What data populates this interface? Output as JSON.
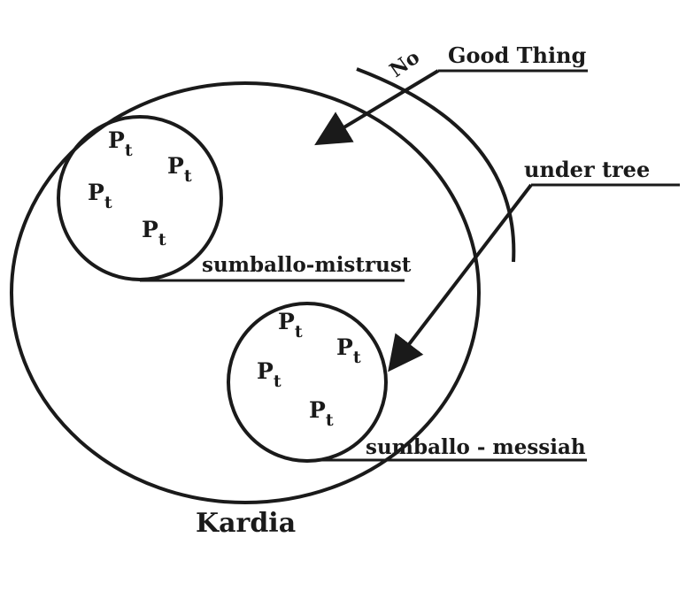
{
  "labels": {
    "no": "No",
    "good_thing": "Good Thing",
    "under_tree": "under tree",
    "sumballo_mistrust": "sumballo-mistrust",
    "sumballo_messiah": "sumballo - messiah",
    "kardia": "Kardia"
  },
  "pt": {
    "main": "P",
    "sub": "t"
  },
  "colors": {
    "ink": "#1a1a1a",
    "background": "#ffffff"
  }
}
